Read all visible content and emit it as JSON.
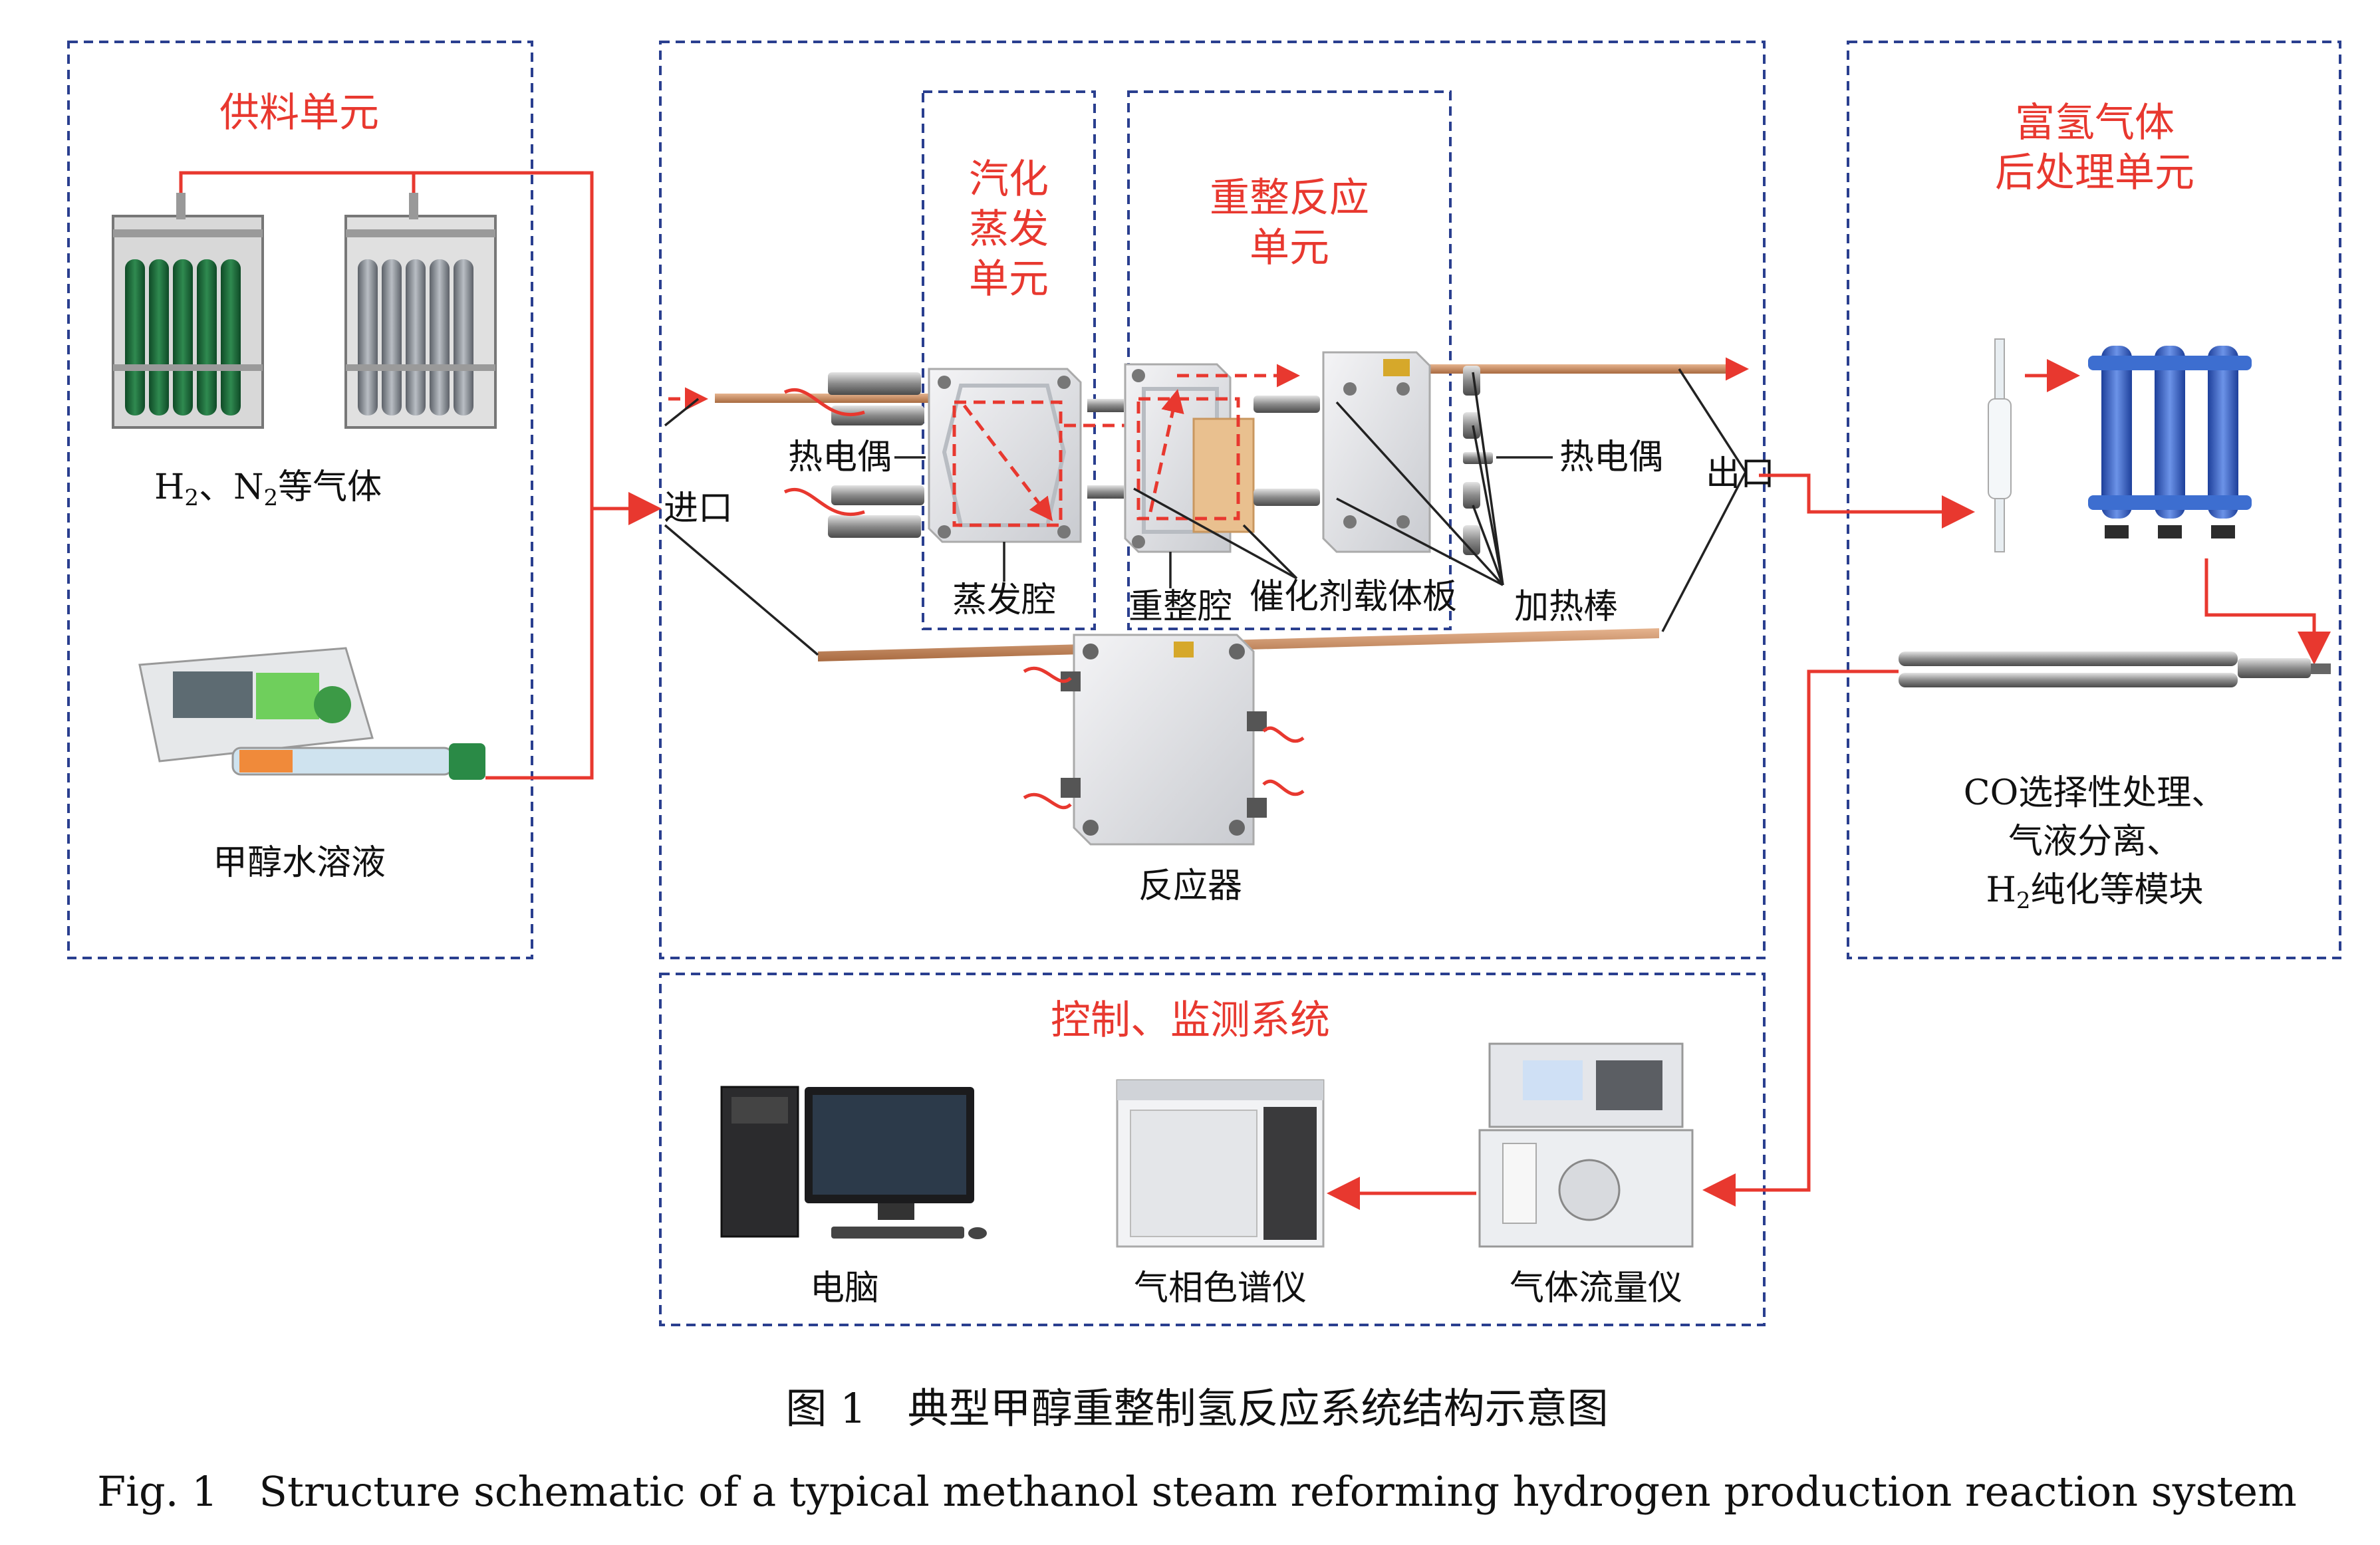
{
  "units": {
    "feed": "供料单元",
    "vaporization": [
      "汽化",
      "蒸发",
      "单元"
    ],
    "reforming": [
      "重整反应",
      "单元"
    ],
    "posttreat": [
      "富氢气体",
      "后处理单元"
    ],
    "control": "控制、监测系统"
  },
  "labels": {
    "gases_prefix": "H",
    "gases_sub1": "2",
    "gases_mid": "、N",
    "gases_sub2": "2",
    "gases_suffix": "等气体",
    "methanol": "甲醇水溶液",
    "inlet": "进口",
    "outlet": "出口",
    "thermocouple_left": "热电偶",
    "thermocouple_right": "热电偶",
    "evaporation_chamber": "蒸发腔",
    "reforming_chamber": "重整腔",
    "catalyst_plate": "催化剂载体板",
    "heating_rod": "加热棒",
    "reactor": "反应器",
    "module_line1": "CO选择性处理、",
    "module_line2": "气液分离、",
    "module_line3_prefix": "H",
    "module_line3_sub": "2",
    "module_line3_suffix": "纯化等模块",
    "computer": "电脑",
    "gc": "气相色谱仪",
    "flowmeter": "气体流量仪"
  },
  "caption": {
    "cn": "图 1　典型甲醇重整制氢反应系统结构示意图",
    "en": "Fig. 1　Structure schematic of a typical methanol steam reforming hydrogen production reaction system"
  },
  "colors": {
    "accent_red": "#e8382f",
    "box_blue": "#2a3f8f",
    "cylinder_green": "#1d6b3a",
    "cylinder_grey": "#8a8f96",
    "copper_tube": "#c98a5c",
    "catalyst": "#e9c08f"
  },
  "icons": [
    "gas-cylinder-rack-icon",
    "syringe-pump-icon",
    "reactor-plate-icon",
    "filter-cartridge-icon",
    "computer-icon",
    "gas-chromatograph-icon",
    "flow-meter-icon"
  ]
}
